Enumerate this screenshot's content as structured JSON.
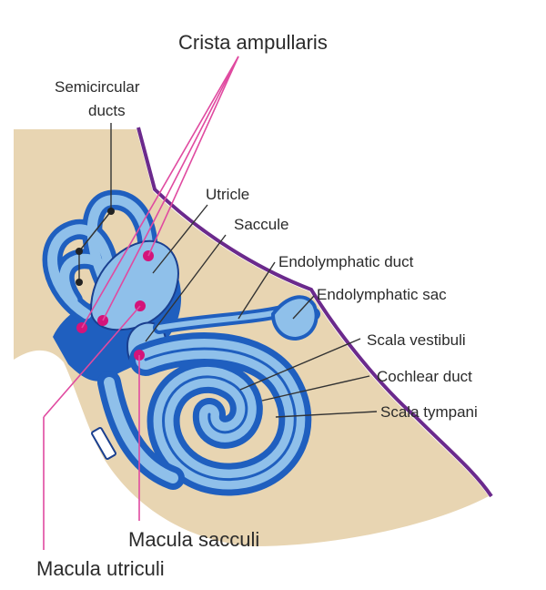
{
  "labels": {
    "crista_ampullaris": "Crista ampullaris",
    "semicircular_ducts_line1": "Semicircular",
    "semicircular_ducts_line2": "ducts",
    "utricle": "Utricle",
    "saccule": "Saccule",
    "endolymphatic_duct": "Endolymphatic duct",
    "endolymphatic_sac": "Endolymphatic sac",
    "scala_vestibuli": "Scala vestibuli",
    "cochlear_duct": "Cochlear duct",
    "scala_tympani": "Scala tympani",
    "macula_sacculi": "Macula sacculi",
    "macula_utriculi": "Macula utriculi"
  },
  "colors": {
    "bone": "#e8d5b2",
    "perilymph_dark": "#1f5fbf",
    "endolymph_light": "#8fc0ea",
    "outline_blue": "#1a3f8f",
    "membrane_purple": "#6b2a8c",
    "sensory_pink": "#d4147a",
    "pink_leader": "#e04aa0",
    "black_leader": "#333333",
    "label_text": "#2b2b2b"
  }
}
